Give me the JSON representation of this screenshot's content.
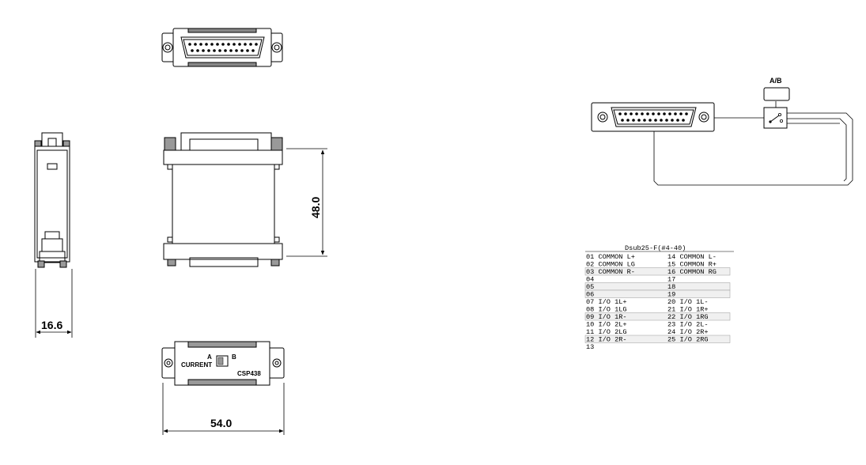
{
  "dimensions": {
    "height": "48.0",
    "width_side": "16.6",
    "width_bottom": "54.0"
  },
  "device_labels": {
    "current": "CURRENT",
    "a": "A",
    "b": "B",
    "model": "CSP438"
  },
  "switch_label": "A/B",
  "pinout": {
    "title": "Dsub25-F(#4-40)",
    "left": [
      {
        "pin": "01",
        "signal": "COMMON L+"
      },
      {
        "pin": "02",
        "signal": "COMMON LG"
      },
      {
        "pin": "03",
        "signal": "COMMON R-"
      },
      {
        "pin": "04",
        "signal": ""
      },
      {
        "pin": "05",
        "signal": ""
      },
      {
        "pin": "06",
        "signal": ""
      },
      {
        "pin": "07",
        "signal": "I/O 1L+"
      },
      {
        "pin": "08",
        "signal": "I/O 1LG"
      },
      {
        "pin": "09",
        "signal": "I/O 1R-"
      },
      {
        "pin": "10",
        "signal": "I/O 2L+"
      },
      {
        "pin": "11",
        "signal": "I/O 2LG"
      },
      {
        "pin": "12",
        "signal": "I/O 2R-"
      },
      {
        "pin": "13",
        "signal": ""
      }
    ],
    "right": [
      {
        "pin": "14",
        "signal": "COMMON L-"
      },
      {
        "pin": "15",
        "signal": "COMMON R+"
      },
      {
        "pin": "16",
        "signal": "COMMON RG"
      },
      {
        "pin": "17",
        "signal": ""
      },
      {
        "pin": "18",
        "signal": ""
      },
      {
        "pin": "19",
        "signal": ""
      },
      {
        "pin": "20",
        "signal": "I/O 1L-"
      },
      {
        "pin": "21",
        "signal": "I/O 1R+"
      },
      {
        "pin": "22",
        "signal": "I/O 1RG"
      },
      {
        "pin": "23",
        "signal": "I/O 2L-"
      },
      {
        "pin": "24",
        "signal": "I/O 2R+"
      },
      {
        "pin": "25",
        "signal": "I/O 2RG"
      }
    ]
  }
}
